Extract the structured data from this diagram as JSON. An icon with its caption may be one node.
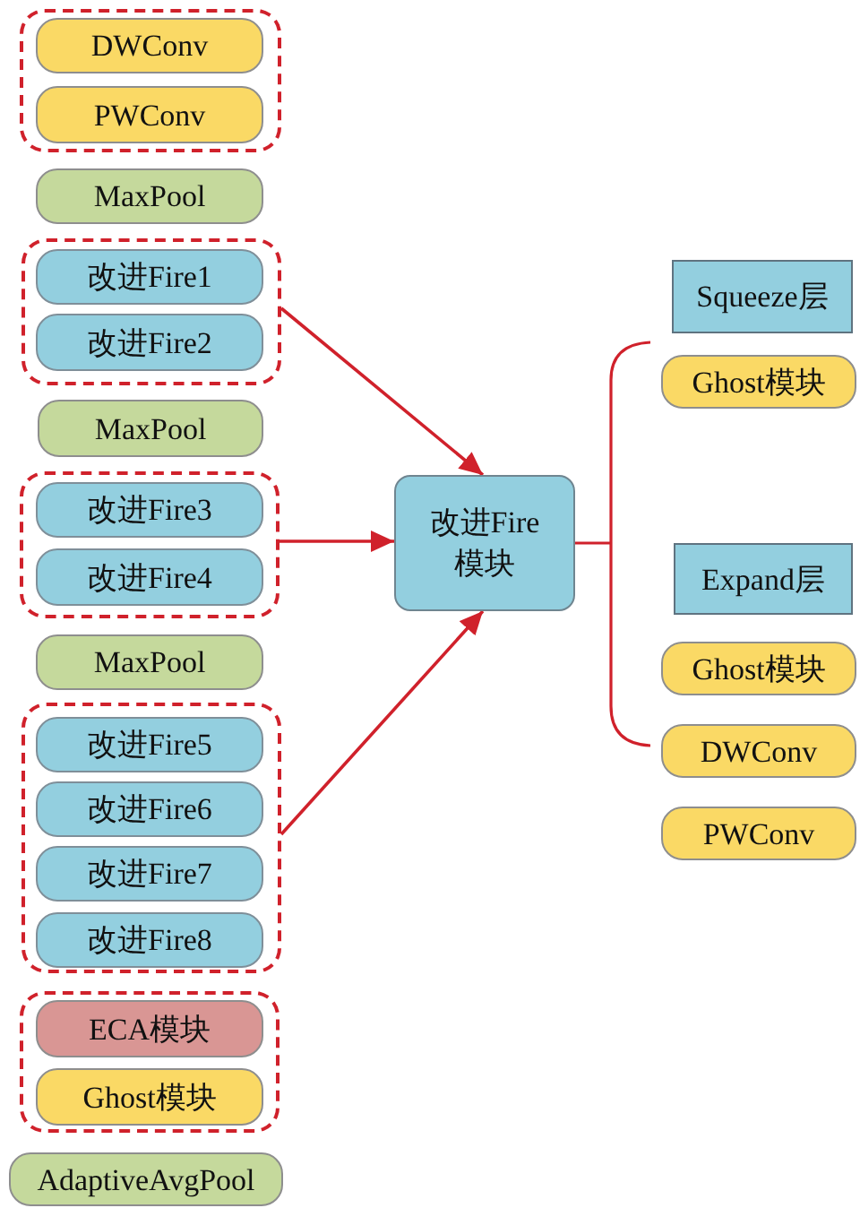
{
  "diagram": {
    "nodes": [
      {
        "text": [],
        "shape": "box"
      },
      {
        "text": [
          "DWConv"
        ],
        "in": 0
      },
      {
        "text": [
          "PWConv"
        ],
        "in": 0
      },
      {
        "text": [
          "MaxPool"
        ]
      },
      {
        "text": [],
        "shape": "box"
      },
      {
        "text": [
          "改进Fire1"
        ],
        "in": 4
      },
      {
        "text": [
          "改进Fire2"
        ],
        "in": 4
      },
      {
        "text": [
          "MaxPool"
        ]
      },
      {
        "text": [],
        "shape": "box"
      },
      {
        "text": [
          "改进Fire3"
        ],
        "in": 8
      },
      {
        "text": [
          "改进Fire4"
        ],
        "in": 8
      },
      {
        "text": [
          "MaxPool"
        ]
      },
      {
        "text": [],
        "shape": "box"
      },
      {
        "text": [
          "改进Fire5"
        ],
        "in": 12
      },
      {
        "text": [
          "改进Fire6"
        ],
        "in": 12
      },
      {
        "text": [
          "改进Fire7"
        ],
        "in": 12
      },
      {
        "text": [
          "改进Fire8"
        ],
        "in": 12
      },
      {
        "text": [],
        "shape": "box"
      },
      {
        "text": [
          "ECA模块"
        ],
        "in": 17
      },
      {
        "text": [
          "Ghost模块"
        ],
        "in": 17
      },
      {
        "text": [
          "AdaptiveAvgPool"
        ]
      },
      {
        "text": [
          "改进Fire模块"
        ]
      },
      {
        "text": [
          "Squeeze层"
        ]
      },
      {
        "text": [
          "Ghost模块"
        ]
      },
      {
        "text": [
          "Expand层"
        ]
      },
      {
        "text": [
          "Ghost模块"
        ]
      },
      {
        "text": [
          "DWConv"
        ]
      },
      {
        "text": [
          "PWConv"
        ]
      }
    ],
    "edges": [
      {
        "from": 4,
        "to": 21,
        "arrow": "to"
      },
      {
        "from": 8,
        "to": 21,
        "arrow": "to"
      },
      {
        "from": 12,
        "to": 21,
        "arrow": "to"
      }
    ]
  }
}
